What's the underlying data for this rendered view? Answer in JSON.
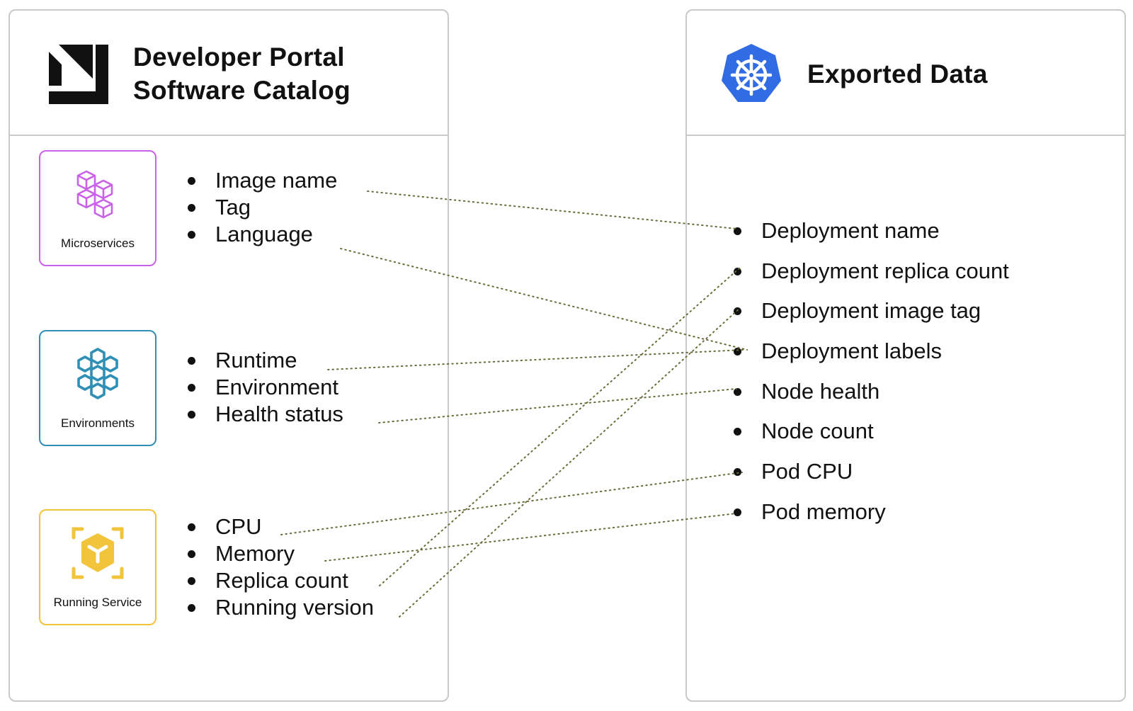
{
  "left_panel": {
    "title_line1": "Developer Portal",
    "title_line2": "Software Catalog",
    "logo_icon": "developer-portal-logo"
  },
  "right_panel": {
    "title": "Exported Data",
    "logo_icon": "kubernetes-helm-icon",
    "items": [
      "Deployment name",
      "Deployment replica count",
      "Deployment image tag",
      "Deployment labels",
      "Node health",
      "Node count",
      "Pod CPU",
      "Pod memory"
    ]
  },
  "categories": [
    {
      "label": "Microservices",
      "icon": "cubes-icon",
      "color": "#c962e6",
      "fields": [
        "Image name",
        "Tag",
        "Language"
      ]
    },
    {
      "label": "Environments",
      "icon": "hexagons-icon",
      "color": "#2f8fb5",
      "fields": [
        "Runtime",
        "Environment",
        "Health status"
      ]
    },
    {
      "label": "Running Service",
      "icon": "focused-cube-icon",
      "color": "#f2c43b",
      "fields": [
        "CPU",
        "Memory",
        "Replica count",
        "Running version"
      ]
    }
  ],
  "mappings": [
    {
      "from": "Image name",
      "to": "Deployment name"
    },
    {
      "from": "Language",
      "to": "Deployment labels"
    },
    {
      "from": "Runtime",
      "to": "Deployment labels"
    },
    {
      "from": "Health status",
      "to": "Node health"
    },
    {
      "from": "CPU",
      "to": "Pod CPU"
    },
    {
      "from": "Memory",
      "to": "Pod memory"
    },
    {
      "from": "Replica count",
      "to": "Deployment replica count"
    },
    {
      "from": "Running version",
      "to": "Deployment image tag"
    }
  ],
  "colors": {
    "panel_border": "#c9c9c9",
    "connector": "#6b6b3a",
    "kubernetes_blue": "#326ce5"
  }
}
